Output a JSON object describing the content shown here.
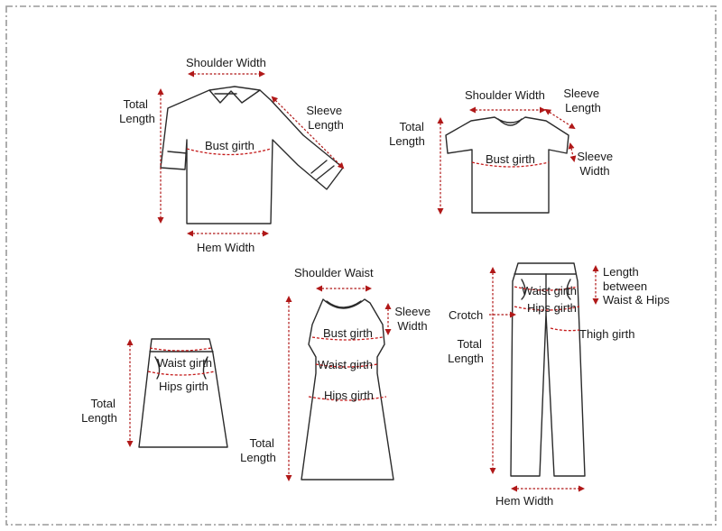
{
  "colors": {
    "outline": "#2b2b2b",
    "measure": "#b01818",
    "background": "#ffffff",
    "border": "#9a9a9a"
  },
  "shirt": {
    "shoulder_width": "Shoulder Width",
    "total_length": [
      "Total",
      "Length"
    ],
    "sleeve_length": [
      "Sleeve",
      "Length"
    ],
    "bust_girth": "Bust girth",
    "hem_width": "Hem Width"
  },
  "tshirt": {
    "shoulder_width": "Shoulder Width",
    "sleeve_length": [
      "Sleeve",
      "Length"
    ],
    "total_length": [
      "Total",
      "Length"
    ],
    "bust_girth": "Bust girth",
    "sleeve_width": [
      "Sleeve",
      "Width"
    ]
  },
  "skirt": {
    "waist_girth": "Waist girth",
    "hips_girth": "Hips girth",
    "total_length": [
      "Total",
      "Length"
    ]
  },
  "dress": {
    "shoulder_waist": "Shoulder Waist",
    "sleeve_width": [
      "Sleeve",
      "Width"
    ],
    "bust_girth": "Bust girth",
    "waist_girth": "Waist girth",
    "hips_girth": "Hips girth",
    "total_length": [
      "Total",
      "Length"
    ]
  },
  "pants": {
    "length_waist_hips": [
      "Length",
      "between",
      "Waist & Hips"
    ],
    "waist_girth": "Waist girth",
    "crotch": "Crotch",
    "hips_girth": "Hips girth",
    "thigh_girth": "Thigh girth",
    "total_length": [
      "Total",
      "Length"
    ],
    "hem_width": "Hem Width"
  }
}
